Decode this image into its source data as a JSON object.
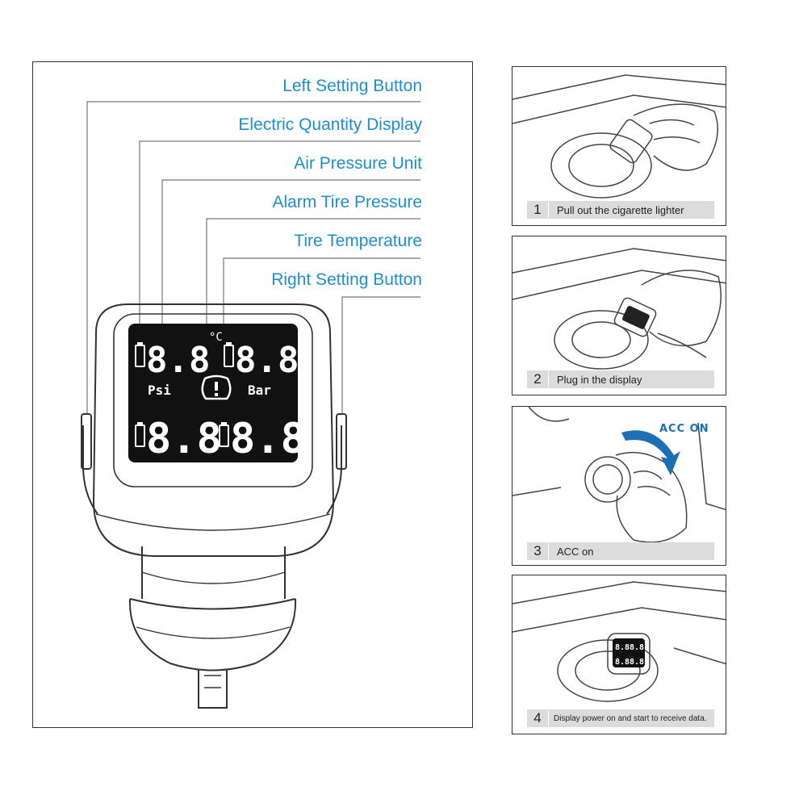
{
  "callouts": [
    "Left Setting Button",
    "Electric Quantity Display",
    "Air Pressure Unit",
    "Alarm Tire Pressure",
    "Tire Temperature",
    "Right Setting Button"
  ],
  "display": {
    "top_left": "8.8",
    "top_right": "8.8",
    "bottom_left": "8.8",
    "bottom_right": "8.8",
    "unit_psi": "Psi",
    "unit_bar": "Bar",
    "temp_unit": "°C",
    "alarm_symbol": "(!)"
  },
  "steps": [
    {
      "num": "1",
      "text": "Pull out the cigarette lighter"
    },
    {
      "num": "2",
      "text": "Plug in the display"
    },
    {
      "num": "3",
      "text": "ACC on",
      "overlay": "ACC ON"
    },
    {
      "num": "4",
      "text": "Display power on and start to receive data."
    }
  ],
  "colors": {
    "callout": "#1d8fcf",
    "lcd": "#111111",
    "acc_arrow": "#1d6fb5"
  }
}
